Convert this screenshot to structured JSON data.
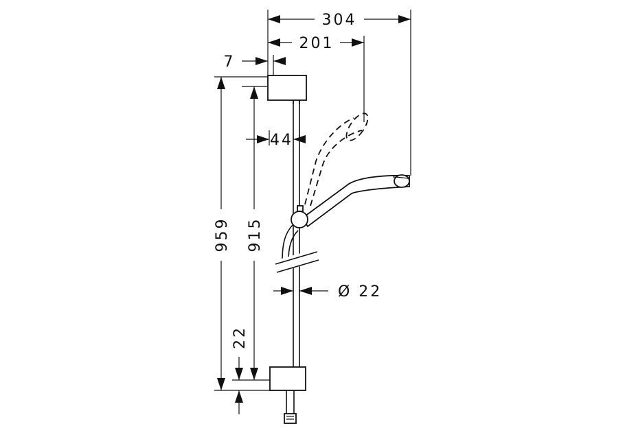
{
  "dimensions": {
    "overall_width": "304",
    "handshower_reach": "201",
    "bracket_offset": "7",
    "bracket_gap": "44",
    "overall_height": "959",
    "rail_height": "915",
    "bottom_offset": "22",
    "rail_diameter": "Ø 22"
  },
  "parts": {
    "top_bracket": "top-wall-bracket",
    "bottom_bracket": "bottom-wall-bracket",
    "rail": "shower-rail",
    "slider": "slider",
    "handshower": "handshower",
    "handshower_tilted": "handshower-tilted-position",
    "hose_connector": "hose-connector"
  }
}
